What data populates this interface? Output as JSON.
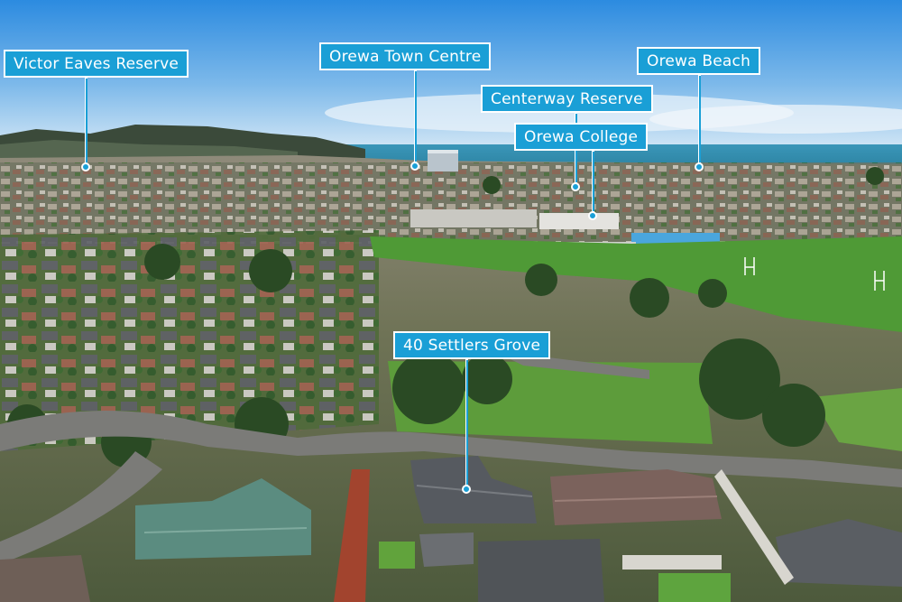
{
  "colors": {
    "callout": "#1a9fd6",
    "sky_top": "#2e8fe0",
    "sky_bottom": "#cfe6f7",
    "sea": "#2f8fae",
    "grass": "#4e9a3a",
    "roof": "#5c5f63"
  },
  "callouts": [
    {
      "id": "victor-eaves-reserve",
      "label": "Victor Eaves Reserve"
    },
    {
      "id": "orewa-town-centre",
      "label": "Orewa Town Centre"
    },
    {
      "id": "centerway-reserve",
      "label": "Centerway Reserve"
    },
    {
      "id": "orewa-college",
      "label": "Orewa College"
    },
    {
      "id": "orewa-beach",
      "label": "Orewa Beach"
    },
    {
      "id": "40-settlers-grove",
      "label": "40 Settlers Grove"
    }
  ]
}
